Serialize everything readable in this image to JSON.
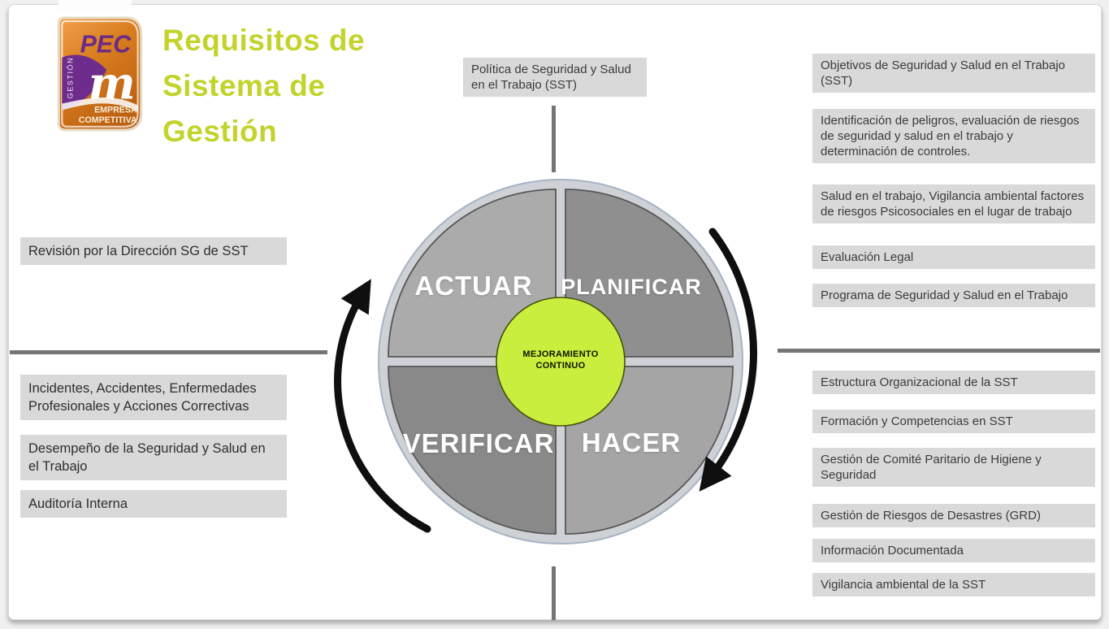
{
  "header": {
    "title_lines": [
      "Requisitos de",
      "Sistema de",
      "Gestión"
    ]
  },
  "logo": {
    "acronym": "PEC",
    "vertical_text": "GESTIÓN",
    "swoosh_glyph": "m",
    "tagline_line1": "EMPRESA",
    "tagline_line2": "COMPETITIVA"
  },
  "colors": {
    "title_green": "#c3d32c",
    "center_green": "#c9ee3d",
    "box_gray": "#d9d9d9",
    "line_gray": "#757575",
    "arrow_black": "#0f0f0f",
    "ring_gray": "#ced1d5"
  },
  "cycle": {
    "center_label_lines": [
      "MEJORAMIENTO",
      "CONTINUO"
    ],
    "quadrants": [
      {
        "id": "actuar",
        "label": "ACTUAR",
        "color": "#ababab"
      },
      {
        "id": "planificar",
        "label": "PLANIFICAR",
        "color": "#8f8f8f"
      },
      {
        "id": "verificar",
        "label": "VERIFICAR",
        "color": "#898989"
      },
      {
        "id": "hacer",
        "label": "HACER",
        "color": "#a5a5a5"
      }
    ]
  },
  "labels": {
    "top": "Política de Seguridad y Salud en el Trabajo (SST)",
    "left_upper": [
      "Revisión por la Dirección SG de SST"
    ],
    "left_lower": [
      "Incidentes, Accidentes, Enfermedades Profesionales y Acciones Correctivas",
      "Desempeño de la Seguridad y Salud en el Trabajo",
      "Auditoría Interna"
    ],
    "right_upper": [
      "Objetivos de Seguridad y Salud en el Trabajo (SST)",
      "Identificación de peligros, evaluación de riesgos de seguridad y salud en el trabajo y determinación de controles.",
      "Salud en el trabajo, Vigilancia ambiental factores de riesgos Psicosociales en el lugar de trabajo",
      "Evaluación Legal",
      "Programa de Seguridad y Salud en el Trabajo"
    ],
    "right_lower": [
      "Estructura Organizacional de la SST",
      "Formación y Competencias en SST",
      "Gestión de Comité Paritario de Higiene y Seguridad",
      "Gestión de Riesgos de Desastres (GRD)",
      "Información Documentada",
      "Vigilancia ambiental de la SST"
    ]
  }
}
